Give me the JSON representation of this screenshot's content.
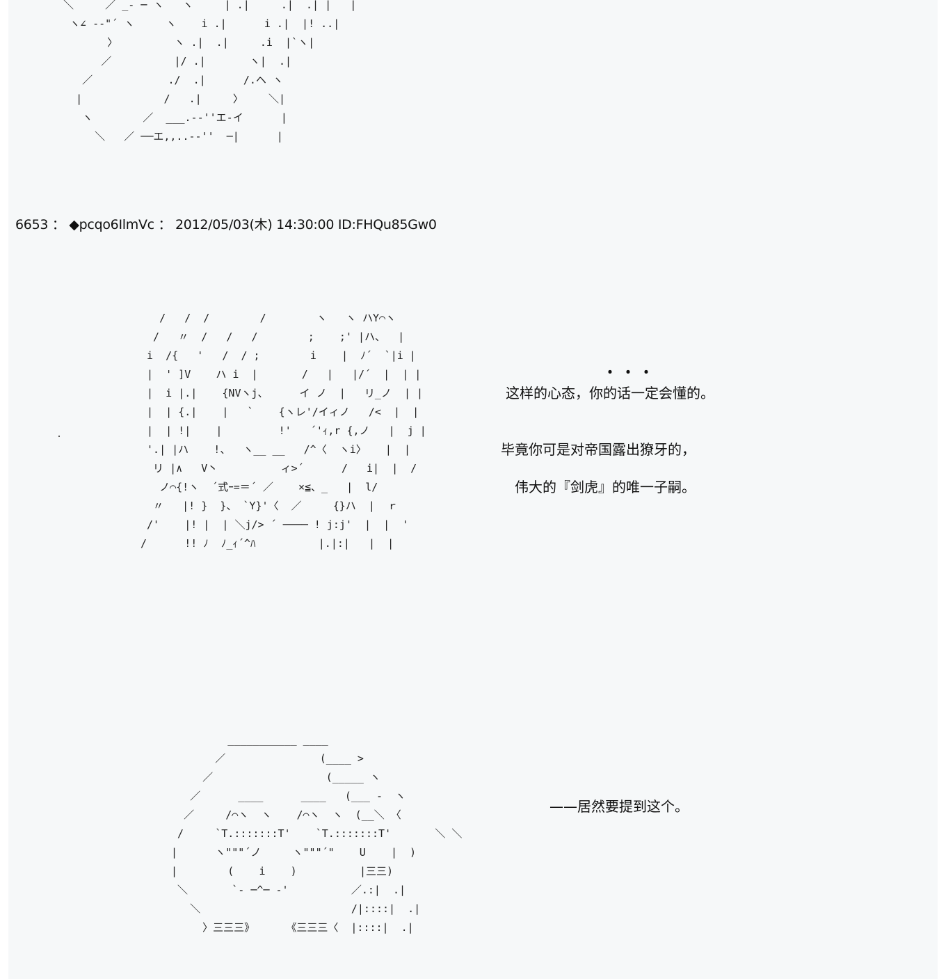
{
  "art": {
    "top": " ＼     ／ _- ─ ヽ   ヽ     | .|     .|  .| |   |\n  ヽ∠ -‐\"´ ヽ     ヽ    i .|      i .|  |! ..|\n        〉         ヽ .|  .|     .i  |`ヽ|\n       ／          |/ .|       ヽ|  .|\n    ／            ./  .|      /.ヘ ヽ\n   |             /   .|     〉    ＼|\n    ヽ        ／  ___.-‐''エ‐イ      |\n      ＼   ／ ──エ,,..-‐''  ─|      |",
    "mid": "   /   /  /        /        ヽ   ヽ ハY⌒ヽ\n  /   〃  /   /   /        ;    ;' |ハ、  |\n i  /{   '   /  / ;        i    |  ﾉ´  `|i |\n |  ' ]V    ハ i  |       /   |   |/´  |  | |\n |  i |.|    {NVヽj、     イ ノ  |   リ_ノ  | |\n |  | {.|    |   `    {ヽレ'/イィノ   /<  |  |\n |  | !|    |         !'   ´'ｨ,r {,ノ   |  j |\n '.| |ハ    !、  ヽ__ __   /^〈  ヽi〉   |  |\n  リ |∧   V丶          ィ>´      /   i|  |  /\n   ノ⌒{!ヽ  ´式ｰ=＝´ ／    ×≦、_   |  l/\n  〃   |! }  }、 `Y}'〈  ／     {}ハ  |  ｒ\n /'    |! |  | ＼j/> ´ ──── ! j:j'  |  |  '\n/      !! ﾉ  ﾉ_ｨ´^ﾊ          |.|:|   |  |",
    "bottom": "          ___________ ____\n        ／               (____ >\n      ／                  (_____ ヽ\n    ／      ____      ____   (___ ‐  ヽ\n   ／     /⌒ヽ  ヽ    /⌒ヽ  ヽ  (__＼ 〈\n  /     `T.:::::::T'    `T.:::::::T'       ＼ ＼\n |      ヽ\"\"\"´ノ     ヽ\"\"\"´\"    U    |  )\n |        (    i    )          |三三)\n  ＼       `‐ ─^─ ‐'          ／.:|  .|\n    ＼                        /|::::|  .|\n      〉三三三》     《三三三〈  |::::|  .|"
  },
  "post": {
    "number": "6653",
    "sep1": "：",
    "trip": "◆pcqo6IlmVc",
    "sep2": "：",
    "datetime": "2012/05/03(木) 14:30:00",
    "id": "ID:FHQu85Gw0"
  },
  "dialogue": {
    "dots": "・・・",
    "line1": "这样的心态，你的话一定会懂的。",
    "line2": "毕竟你可是对帝国露出獠牙的，",
    "line3": "伟大的『剑虎』的唯一子嗣。",
    "line4": "——居然要提到这个。"
  }
}
